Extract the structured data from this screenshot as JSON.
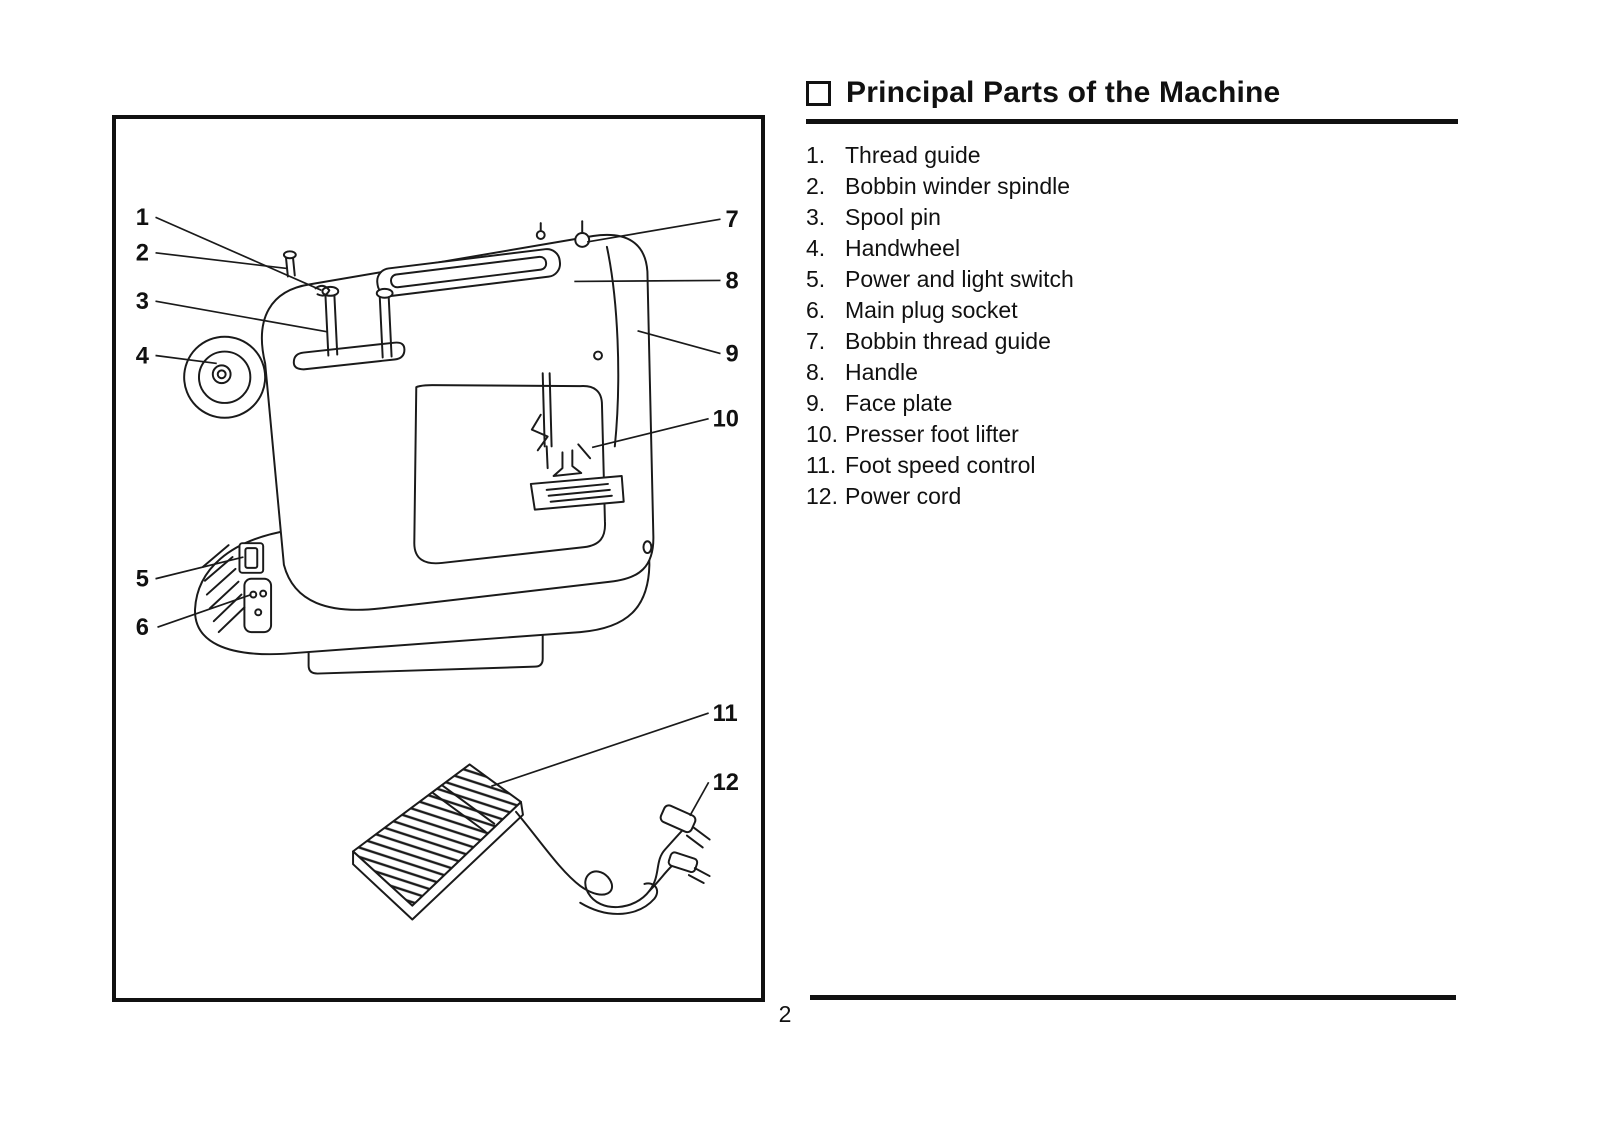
{
  "page": {
    "number": "2"
  },
  "header": {
    "title": "Principal Parts of the Machine"
  },
  "parts_list": [
    {
      "num": "1.",
      "label": "Thread guide"
    },
    {
      "num": "2.",
      "label": "Bobbin winder spindle"
    },
    {
      "num": "3.",
      "label": "Spool pin"
    },
    {
      "num": "4.",
      "label": "Handwheel"
    },
    {
      "num": "5.",
      "label": "Power and light switch"
    },
    {
      "num": "6.",
      "label": "Main plug socket"
    },
    {
      "num": "7.",
      "label": "Bobbin thread guide"
    },
    {
      "num": "8.",
      "label": "Handle"
    },
    {
      "num": "9.",
      "label": "Face plate"
    },
    {
      "num": "10.",
      "label": "Presser foot lifter"
    },
    {
      "num": "11.",
      "label": "Foot speed control"
    },
    {
      "num": "12.",
      "label": "Power cord"
    }
  ],
  "diagram": {
    "callouts": [
      "1",
      "2",
      "3",
      "4",
      "5",
      "6",
      "7",
      "8",
      "9",
      "10",
      "11",
      "12"
    ],
    "line_color": "#1a1a1a"
  }
}
